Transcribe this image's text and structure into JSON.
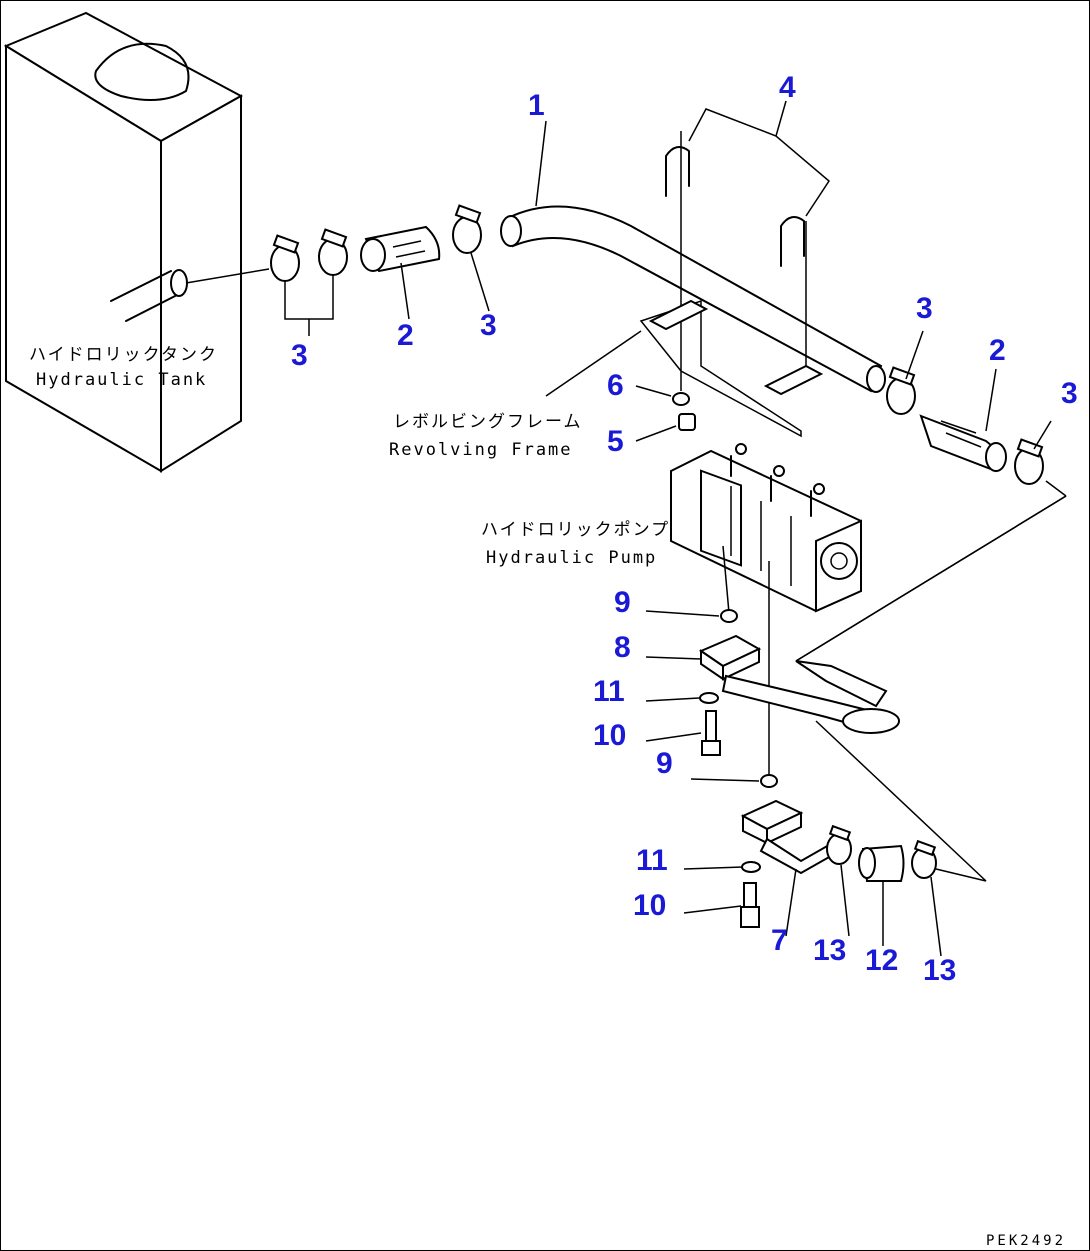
{
  "labels": {
    "tank_jp": "ハイドロリックタンク",
    "tank_en": "Hydraulic Tank",
    "frame_jp": "レボルビングフレーム",
    "frame_en": "Revolving Frame",
    "pump_jp": "ハイドロリックポンプ",
    "pump_en": "Hydraulic Pump"
  },
  "callouts": {
    "c1": "1",
    "c2a": "2",
    "c2b": "2",
    "c3a": "3",
    "c3b": "3",
    "c3c": "3",
    "c3d": "3",
    "c4": "4",
    "c5": "5",
    "c6": "6",
    "c7": "7",
    "c8": "8",
    "c9a": "9",
    "c9b": "9",
    "c10a": "10",
    "c10b": "10",
    "c11a": "11",
    "c11b": "11",
    "c12": "12",
    "c13a": "13",
    "c13b": "13"
  },
  "drawing_code": "PEK2492",
  "colors": {
    "callout": "#1a1ad6",
    "line": "#000000"
  }
}
